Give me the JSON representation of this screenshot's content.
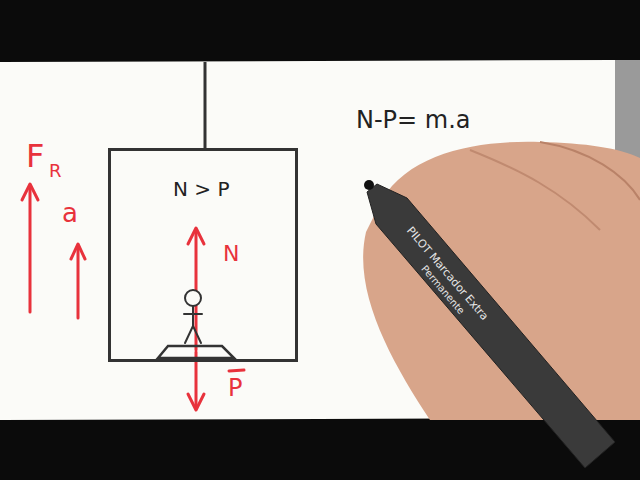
{
  "diagram": {
    "nodes": [
      {
        "text": [
          "N > P",
          "N"
        ]
      }
    ],
    "labels": [
      "F",
      "R",
      "a",
      "P",
      "N-P= m.a",
      "PILOT Marcador Extra",
      "Permanente"
    ]
  }
}
